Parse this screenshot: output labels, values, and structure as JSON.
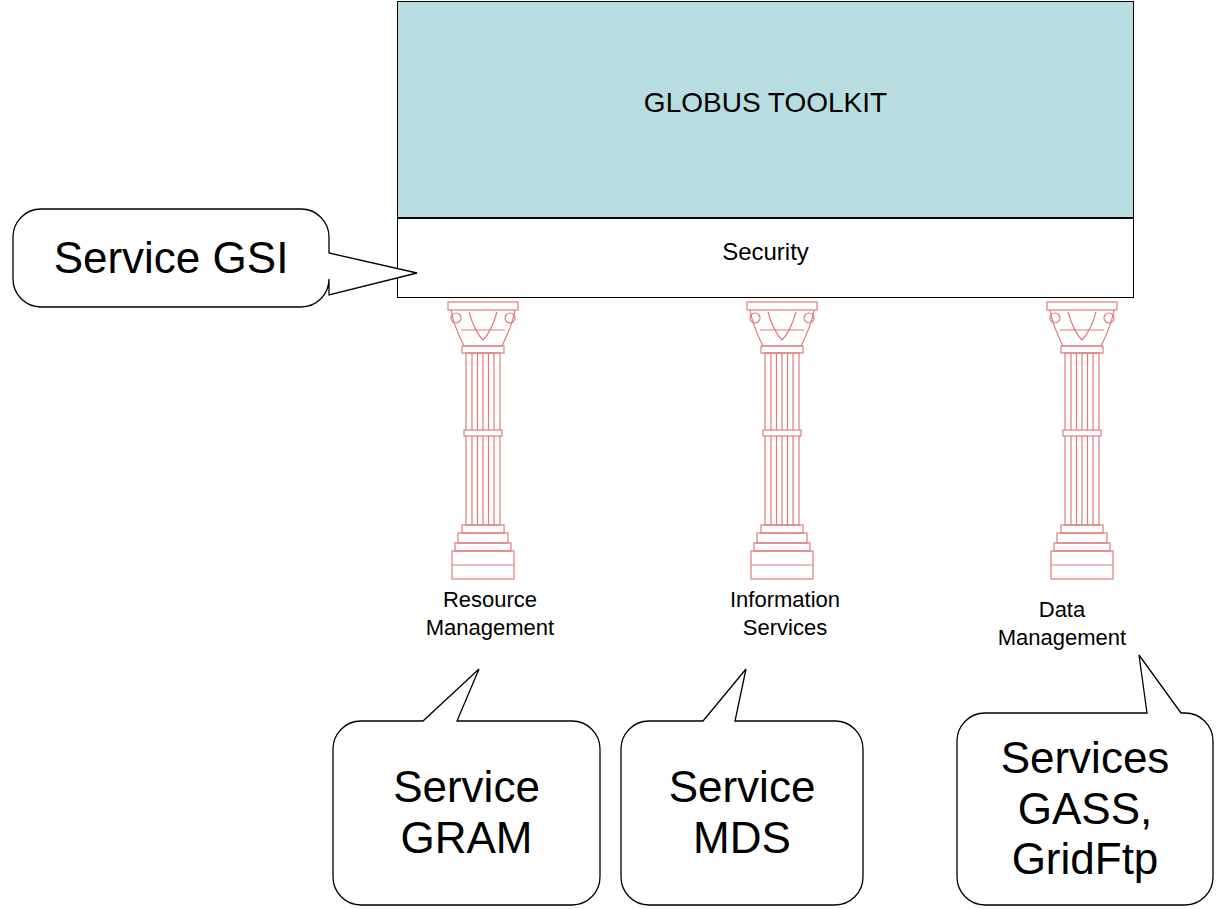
{
  "diagram": {
    "nodes": [
      {
        "text": [
          "GLOBUS TOOLKIT"
        ]
      },
      {
        "text": [
          "Security"
        ]
      },
      {
        "text": [
          "Service GSI"
        ]
      },
      {
        "text": [
          "Service GRAM"
        ]
      },
      {
        "text": [
          "Service MDS"
        ]
      },
      {
        "text": [
          "Services GASS, GridFtp"
        ]
      }
    ],
    "labels": [
      "Resource Management",
      "Information Services",
      "Data Management"
    ]
  }
}
